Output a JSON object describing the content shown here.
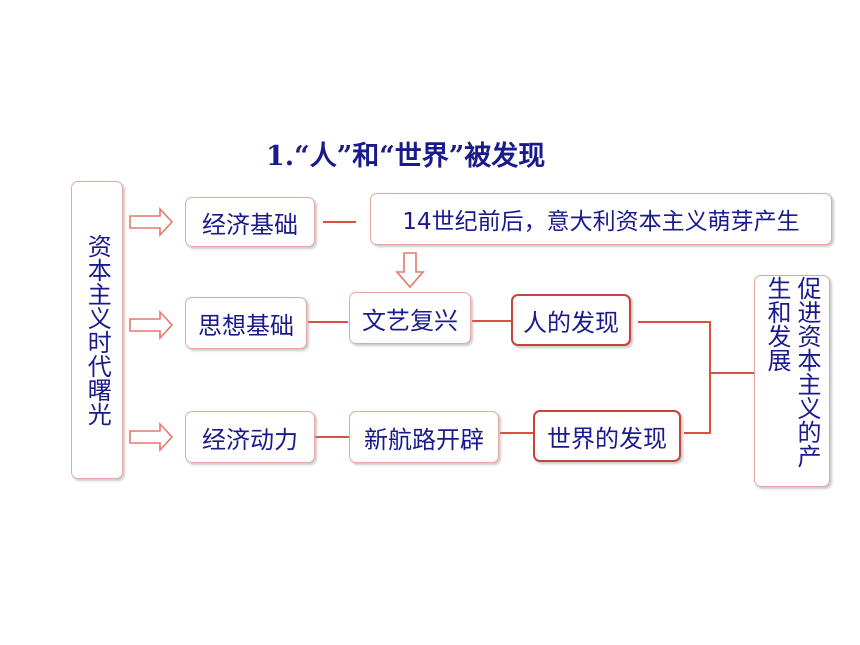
{
  "title": "1.“人”和“世界”被发现",
  "left_column": "资本主义时代曙光",
  "right_column": "促进资本主义的产生和发展",
  "nodes": {
    "economic_base": "经济基础",
    "century_14": "14世纪前后，意大利资本主义萌芽产生",
    "thought_base": "思想基础",
    "renaissance": "文艺复兴",
    "human_discovery": "人的发现",
    "economic_power": "经济动力",
    "new_routes": "新航路开辟",
    "world_discovery": "世界的发现"
  },
  "colors": {
    "text": "#1a1a8c",
    "line": "#d9513f",
    "box_border": "#e8a7a0",
    "strong_border": "#c4453c",
    "arrow": "#e07a6a"
  }
}
